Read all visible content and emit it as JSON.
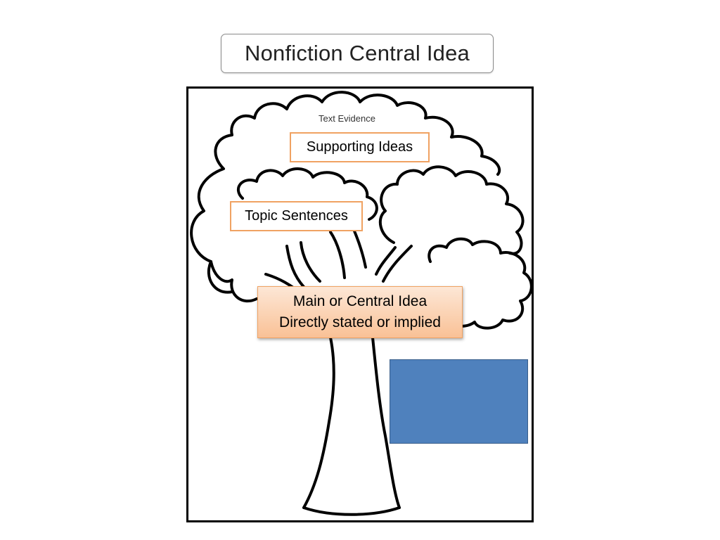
{
  "title": "Nonfiction Central Idea",
  "labels": {
    "text_evidence": "Text Evidence",
    "supporting_ideas": "Supporting Ideas",
    "topic_sentences": "Topic Sentences",
    "main_idea_line1": "Main or Central Idea",
    "main_idea_line2": "Directly stated or implied"
  },
  "colors": {
    "label_border": "#f0a262",
    "main_box_gradient_top": "#fde7d6",
    "main_box_gradient_bottom": "#f9c196",
    "blue_rect": "#4f81bd",
    "outline": "#000000"
  },
  "icons": {
    "tree": "tree-outline-icon"
  }
}
